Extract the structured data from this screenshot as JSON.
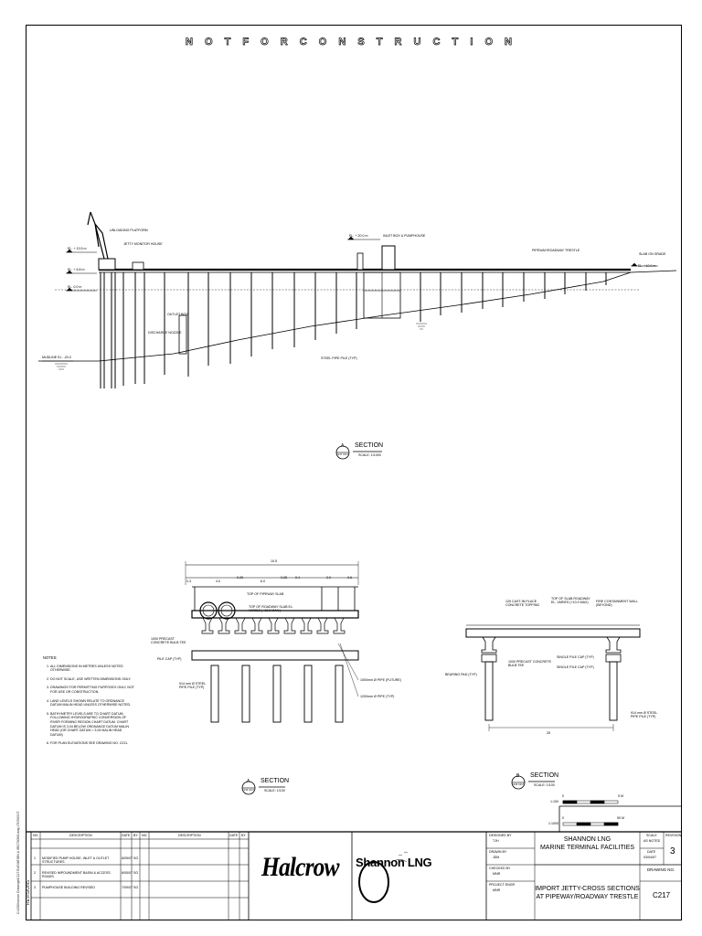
{
  "banner": "N O T   F O R   C O N S T R U C T I O N",
  "profile": {
    "labels": {
      "unloading_platform": "UNLOADING PLATFORM",
      "jetty_monitor": "JETTY MONITOR HOUSE",
      "inlet_box": "INLET BOX & PUMPHOUSE",
      "pipeway": "PIPEWAY/ROADWAY TRESTLE",
      "slab_on_grade": "SLAB ON GRADE",
      "outlet_box": "OUTLET BOX",
      "discharge_nozzle": "DISCHARGE NOZZLE",
      "steel_pipe_pile": "STEEL PIPE PILE (TYP)",
      "el_13_5": "EL. + 13.5 m",
      "el_6_8": "EL. + 6.8 m",
      "el_0_0": "EL. 0.0 m",
      "el_20": "EL. + 20.0 m",
      "el_slab": "EL. +10.0 m",
      "seabed": "MUDLINE EL. -20.0"
    },
    "section_letter": "A",
    "section_ref": "C217 C217",
    "section_title": "SECTION",
    "section_scale": "SCALE: 1/1000"
  },
  "section_a": {
    "overall_dim": "10.5",
    "dims": [
      "0.3",
      "4.0",
      "0.25",
      "6.0",
      "0.25",
      "0.4",
      "2.0",
      "0.6"
    ],
    "top_slab": "TOP OF PIPEWAY SLAB",
    "top_roadway": "TOP OF ROADWAY SLAB EL. VARIES (+10.0 MAX.)",
    "precast": "1000 PRECAST CONCRETE BULB TEE",
    "pile_cap": "PILE CAP (TYP)",
    "steel_pile": "914 mm Ø STEEL PIPE PILE (TYP)",
    "pipe_future": "1000mm Ø PIPE (FUTURE)",
    "pipe2": "1200mm Ø PIPE (TYP)",
    "letter": "A",
    "ref": "C216 C217",
    "title": "SECTION",
    "scale": "SCALE: 1/100"
  },
  "section_b": {
    "topping": "125 CAST-IN-PLACE CONCRETE TOPPING",
    "top_road": "TOP OF SLAB ROADWAY EL. VARIES (+10.0 MAX)",
    "wall": "FIRE CONTAINMENT WALL (BEYOND)",
    "bulb_tee": "1000 PRECAST CONCRETE BULB TEE",
    "bearing": "BEARING PAD (TYP)",
    "pile_cap1": "SINGLE PILE CAP (TYP)",
    "pile_cap2": "SINGLE PILE CAP (TYP)",
    "steel_pile": "914 mm Ø STEEL PIPE PILE (TYP)",
    "span": "25",
    "letter": "B",
    "ref": "C216 C217",
    "title": "SECTION",
    "scale": "SCALE: 1/100"
  },
  "scalebar": {
    "s1": "1:100",
    "s2": "1:1000",
    "a0": "0",
    "a1": "5 M",
    "b0": "0",
    "b1": "50 M"
  },
  "notes": {
    "title": "NOTES:",
    "items": [
      "ALL DIMENSIONS IN METRES UNLESS NOTED OTHERWISE.",
      "DO NOT SCALE, USE WRITTEN DIMENSIONS ONLY.",
      "DRAWINGS FOR PERMITTING PURPOSES ONLY, NOT FOR USE OR CONSTRUCTION.",
      "LAND LEVELS SHOWN RELATE TO ORDNANCE DATUM MALIN HEAD UNLESS OTHERWISE NOTED.",
      "BATHYMETRY LEVELS ARE TO CHART DATUM, FOLLOWING HYDROGRAPHIC CONVERSION OF RIVER FORMING REGION CHART DATUM. CHART DATUM IS 3.04 BELOW ORDNANCE DATUM MALIN HEAD (OR CHART DATUM = 3.04 MALIN HEAD DATUM)",
      "FOR PLAN ELEVATIONS SEE DRAWING NO. C211."
    ]
  },
  "revisions": {
    "side_label": "REVISIONS",
    "headers": [
      "NO.",
      "DESCRIPTION",
      "DATE",
      "BY",
      "NO.",
      "DESCRIPTION",
      "DATE",
      "BY"
    ],
    "rows": [
      {
        "no": "1",
        "desc": "MODIFIED PUMP HOUSE, INLET & OUTLET STRUCTURES",
        "date": "8/05/07",
        "by": "SG"
      },
      {
        "no": "2",
        "desc": "REVISED IMPOUNDMENT BASIN & ACCESS ROADS",
        "date": "8/05/07",
        "by": "SG"
      },
      {
        "no": "3",
        "desc": "PUMPHOUSE BUILDING REVISED",
        "date": "7/09/07",
        "by": "SG"
      }
    ]
  },
  "title_block": {
    "halcrow": "Halcrow",
    "shannon": "Shannon LNG",
    "designed_by_label": "DESIGNED BY",
    "designed_by": "TJH",
    "drawn_by_label": "DRAWN BY",
    "drawn_by": "JDM",
    "checked_by_label": "CHECKED BY",
    "checked_by": "MNR",
    "project_eng_label": "PROJECT ENGR",
    "project_eng": "MNR",
    "client_line1": "SHANNON LNG",
    "client_line2": "MARINE TERMINAL FACILITIES",
    "title_line1": "IMPORT JETTY-CROSS SECTIONS",
    "title_line2": "AT PIPEWAY/ROADWAY TRESTLE",
    "scale_label": "SCALE",
    "scale": "AS NOTED",
    "revision_label": "REVISION",
    "revision": "3",
    "date_label": "DATE",
    "date": "03/04/07",
    "drawing_no_label": "DRAWING NO.",
    "drawing_no": "C217"
  },
  "side_path": "C:\\JJ\\Shannon Drawings\\C217 ELEVATION & SECTIONS.dwg  17/05/2007"
}
